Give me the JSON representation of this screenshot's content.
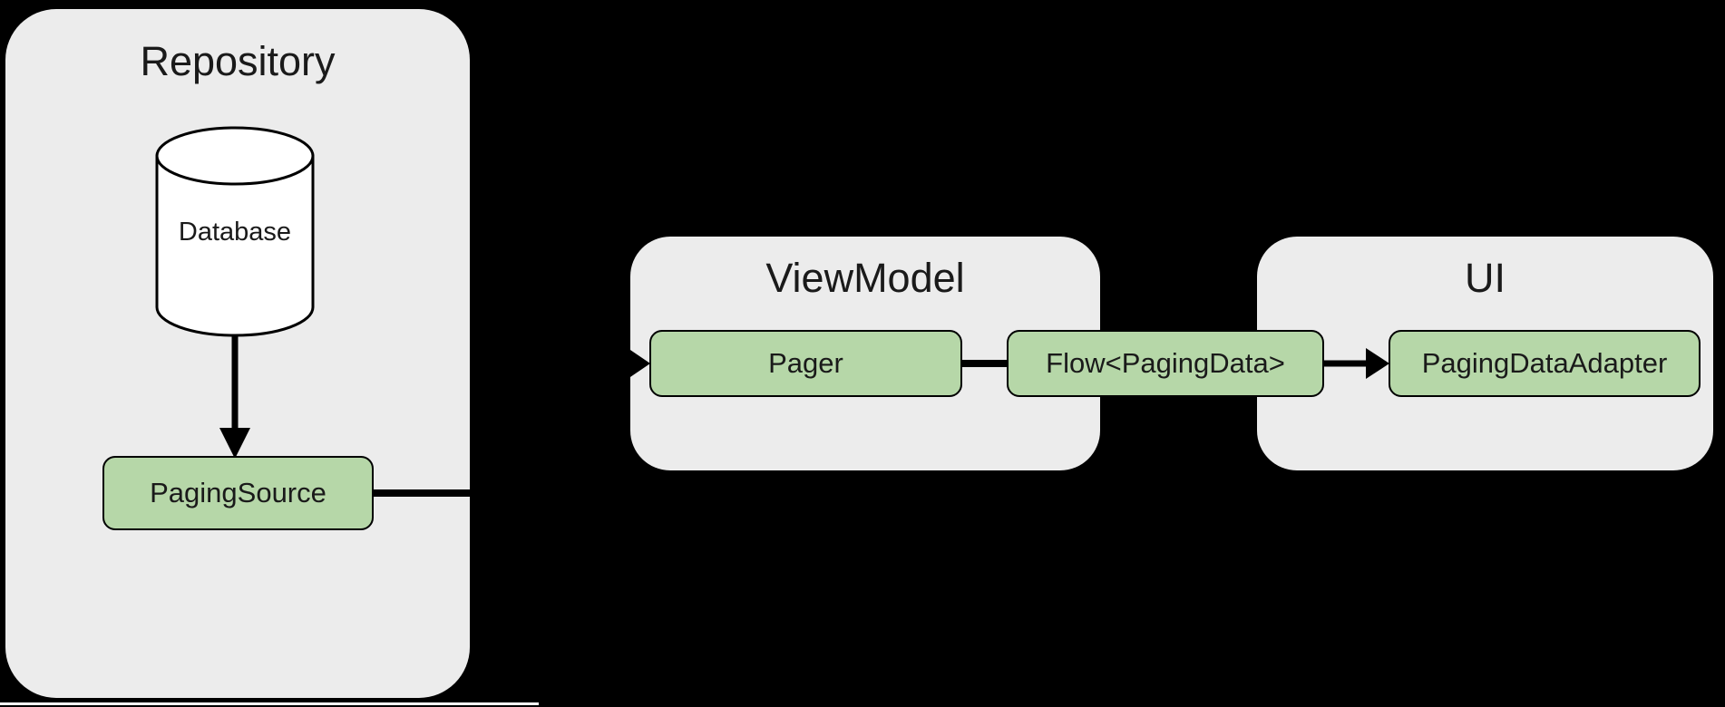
{
  "colors": {
    "background": "#000000",
    "container_fill": "#ececec",
    "node_fill": "#b6d7a8",
    "node_border": "#000000",
    "connector": "#000000",
    "cylinder_fill": "#ffffff",
    "text": "#1a1a1a",
    "bottom_line": "#ffffff"
  },
  "repository": {
    "title": "Repository",
    "database_label": "Database",
    "paging_source_label": "PagingSource"
  },
  "viewmodel": {
    "title": "ViewModel",
    "pager_label": "Pager"
  },
  "flow": {
    "label": "Flow<PagingData>"
  },
  "ui": {
    "title": "UI",
    "adapter_label": "PagingDataAdapter"
  }
}
